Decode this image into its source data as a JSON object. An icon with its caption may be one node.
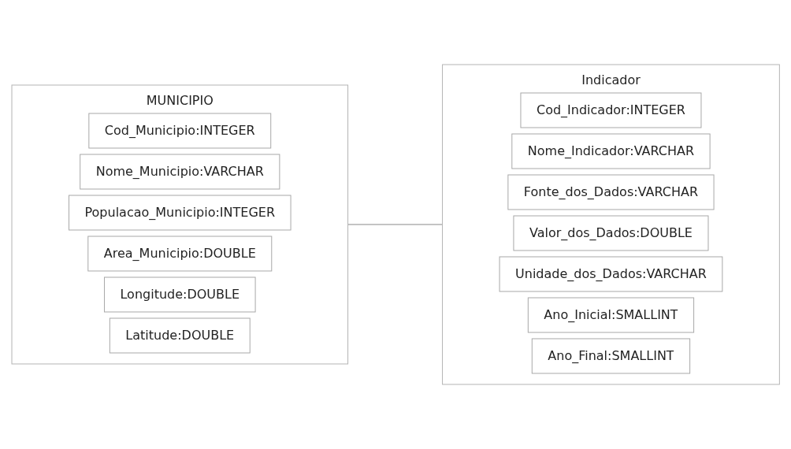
{
  "diagram": {
    "nodes": [
      {
        "text": [
          "MUNICIPIO"
        ]
      },
      {
        "text": [
          "Cod_Municipio:INTEGER"
        ],
        "in": 0
      },
      {
        "text": [
          "Nome_Municipio:VARCHAR"
        ],
        "in": 0
      },
      {
        "text": [
          "Populacao_Municipio:INTEGER"
        ],
        "in": 0
      },
      {
        "text": [
          "Area_Municipio:DOUBLE"
        ],
        "in": 0
      },
      {
        "text": [
          "Longitude:DOUBLE"
        ],
        "in": 0
      },
      {
        "text": [
          "Latitude:DOUBLE"
        ],
        "in": 0
      },
      {
        "text": [
          "Indicador"
        ]
      },
      {
        "text": [
          "Cod_Indicador:INTEGER"
        ],
        "in": 7
      },
      {
        "text": [
          "Nome_Indicador:VARCHAR"
        ],
        "in": 7
      },
      {
        "text": [
          "Fonte_dos_Dados:VARCHAR"
        ],
        "in": 7
      },
      {
        "text": [
          "Valor_dos_Dados:DOUBLE"
        ],
        "in": 7
      },
      {
        "text": [
          "Unidade_dos_Dados:VARCHAR"
        ],
        "in": 7
      },
      {
        "text": [
          "Ano_Inicial:SMALLINT"
        ],
        "in": 7
      },
      {
        "text": [
          "Ano_Final:SMALLINT"
        ],
        "in": 7
      }
    ],
    "edges": [
      {
        "from": 0,
        "to": 7,
        "arrow": "none"
      }
    ]
  }
}
